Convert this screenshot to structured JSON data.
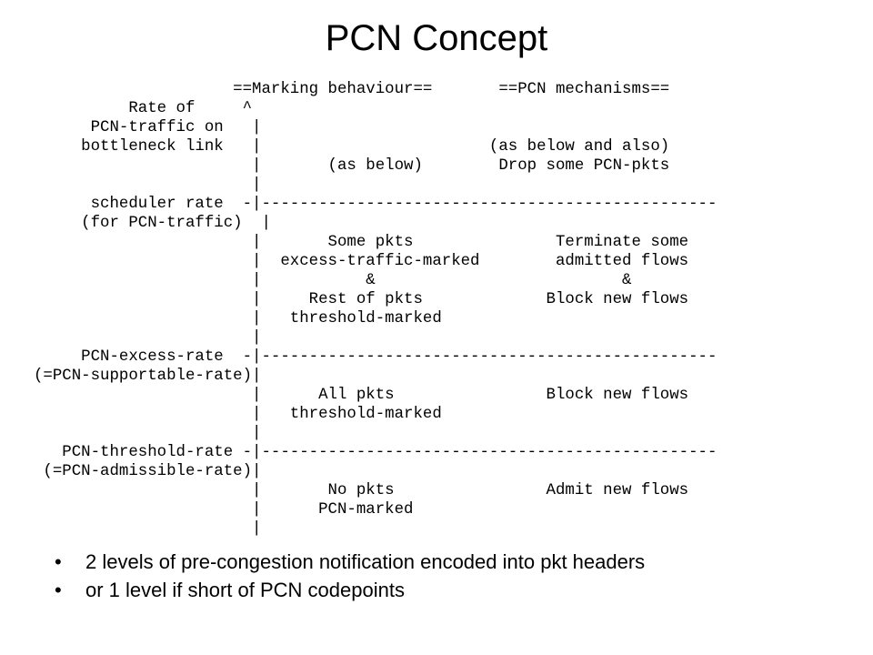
{
  "slide": {
    "title": "PCN Concept",
    "diagram_lines": [
      "                     ==Marking behaviour==       ==PCN mechanisms==",
      "          Rate of     ^",
      "      PCN-traffic on   |",
      "     bottleneck link   |                        (as below and also)",
      "                       |       (as below)        Drop some PCN-pkts",
      "                       |",
      "      scheduler rate  -|------------------------------------------------",
      "     (for PCN-traffic)  |",
      "                       |       Some pkts               Terminate some",
      "                       |  excess-traffic-marked        admitted flows",
      "                       |           &                          &",
      "                       |     Rest of pkts             Block new flows",
      "                       |   threshold-marked",
      "                       |",
      "     PCN-excess-rate  -|------------------------------------------------",
      "(=PCN-supportable-rate)|",
      "                       |      All pkts                Block new flows",
      "                       |   threshold-marked",
      "                       |",
      "   PCN-threshold-rate -|------------------------------------------------",
      " (=PCN-admissible-rate)|",
      "                       |       No pkts                Admit new flows",
      "                       |      PCN-marked",
      "                       |"
    ],
    "bullets": [
      "2 levels of pre-congestion notification encoded into pkt headers",
      "or 1 level if short of PCN codepoints"
    ],
    "bullet_symbol": "•"
  }
}
